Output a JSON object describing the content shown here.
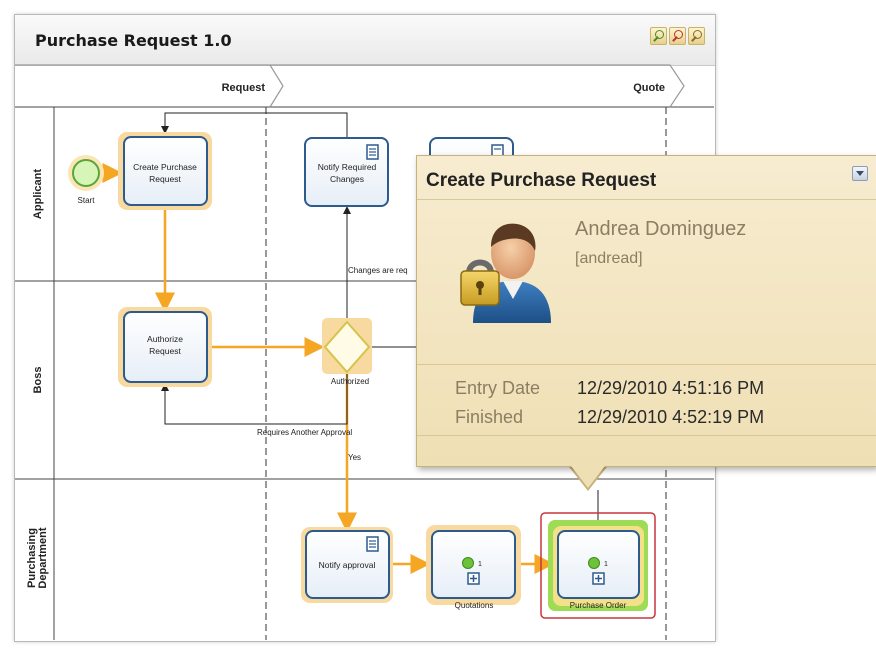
{
  "window": {
    "title": "Purchase Request 1.0"
  },
  "toolbar": {
    "zoom_in": "zoom-in-icon",
    "zoom_out": "zoom-out-icon",
    "zoom_fit": "zoom-fit-icon"
  },
  "phases": [
    "Request",
    "Quote"
  ],
  "lanes": [
    "Applicant",
    "Boss",
    "Purchasing Department"
  ],
  "events": {
    "start": "Start"
  },
  "tasks": {
    "create": [
      "Create Purchase",
      "Request"
    ],
    "notify_changes": [
      "Notify Required",
      "Changes"
    ],
    "authorize": [
      "Authorize",
      "Request"
    ],
    "notify_approval": "Notify approval",
    "quotations": "Quotations",
    "purchase_order": "Purchase Order",
    "subprocess_count": "1"
  },
  "gateway": {
    "label": "Authorized"
  },
  "flows": {
    "changes": "Changes are req",
    "another_approval": "Requires Another Approval",
    "yes": "Yes"
  },
  "tooltip": {
    "title": "Create Purchase Request",
    "user_name": "Andrea Dominguez",
    "user_login": "[andread]",
    "entry_label": "Entry Date",
    "entry_value": "12/29/2010 4:51:16 PM",
    "finished_label": "Finished",
    "finished_value": "12/29/2010 4:52:19 PM"
  },
  "colors": {
    "flow": "#f5a623",
    "task_border": "#2d5b8e",
    "task_halo": "#f8d9a0",
    "active": "#6cc23a"
  }
}
